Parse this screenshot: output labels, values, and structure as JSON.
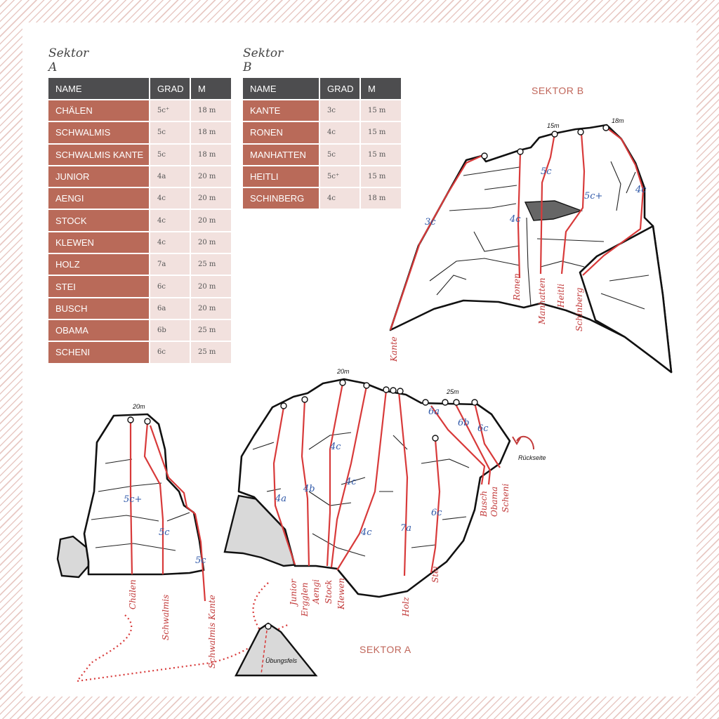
{
  "sector_a_table": {
    "title": "Sektor A",
    "headers": [
      "NAME",
      "GRAD",
      "M"
    ],
    "rows": [
      {
        "name": "CHÄLEN",
        "grad": "5c⁺",
        "m": "18 m"
      },
      {
        "name": "SCHWALMIS",
        "grad": "5c",
        "m": "18 m"
      },
      {
        "name": "SCHWALMIS KANTE",
        "grad": "5c",
        "m": "18 m"
      },
      {
        "name": "JUNIOR",
        "grad": "4a",
        "m": "20 m"
      },
      {
        "name": "AENGI",
        "grad": "4c",
        "m": "20 m"
      },
      {
        "name": "STOCK",
        "grad": "4c",
        "m": "20 m"
      },
      {
        "name": "KLEWEN",
        "grad": "4c",
        "m": "20 m"
      },
      {
        "name": "HOLZ",
        "grad": "7a",
        "m": "25 m"
      },
      {
        "name": "STEI",
        "grad": "6c",
        "m": "20 m"
      },
      {
        "name": "BUSCH",
        "grad": "6a",
        "m": "20 m"
      },
      {
        "name": "OBAMA",
        "grad": "6b",
        "m": "25 m"
      },
      {
        "name": "SCHENI",
        "grad": "6c",
        "m": "25 m"
      }
    ]
  },
  "sector_b_table": {
    "title": "Sektor B",
    "headers": [
      "NAME",
      "GRAD",
      "M"
    ],
    "rows": [
      {
        "name": "KANTE",
        "grad": "3c",
        "m": "15 m"
      },
      {
        "name": "RONEN",
        "grad": "4c",
        "m": "15 m"
      },
      {
        "name": "MANHATTEN",
        "grad": "5c",
        "m": "15 m"
      },
      {
        "name": "HEITLI",
        "grad": "5c⁺",
        "m": "15 m"
      },
      {
        "name": "SCHINBERG",
        "grad": "4c",
        "m": "18 m"
      }
    ]
  },
  "topo_b": {
    "title": "SEKTOR B",
    "heights": [
      "15m",
      "18m"
    ],
    "grades": [
      "3c",
      "4c",
      "5c",
      "5c+",
      "4c"
    ],
    "route_labels": [
      "Kante",
      "Ronen",
      "Manhatten",
      "Heitli",
      "Schinberg"
    ]
  },
  "topo_a": {
    "title": "SEKTOR A",
    "heights": [
      "20m",
      "20m",
      "25m"
    ],
    "grades_left": [
      "5c+",
      "5c",
      "5c"
    ],
    "grades_main": [
      "4a",
      "4b",
      "4c",
      "4c",
      "4c",
      "7a",
      "6c",
      "6a",
      "6b",
      "6c"
    ],
    "route_labels_left": [
      "Chälen",
      "Schwalmis",
      "Schwalmis Kante"
    ],
    "route_labels_main": [
      "Junior",
      "Ergglen",
      "Aengi",
      "Stock",
      "Klewen",
      "Holz",
      "Stei",
      "Busch",
      "Obama",
      "Scheni"
    ],
    "back_label": "Rückseite",
    "practice_label": "Übungsfels"
  },
  "colors": {
    "table_header": "#4d4d4f",
    "name_cell": "#b96a59",
    "value_cell": "#f2e1de",
    "route_line": "#d83a3a",
    "grade_text": "#2f58a8",
    "sector_title": "#c0665a"
  }
}
